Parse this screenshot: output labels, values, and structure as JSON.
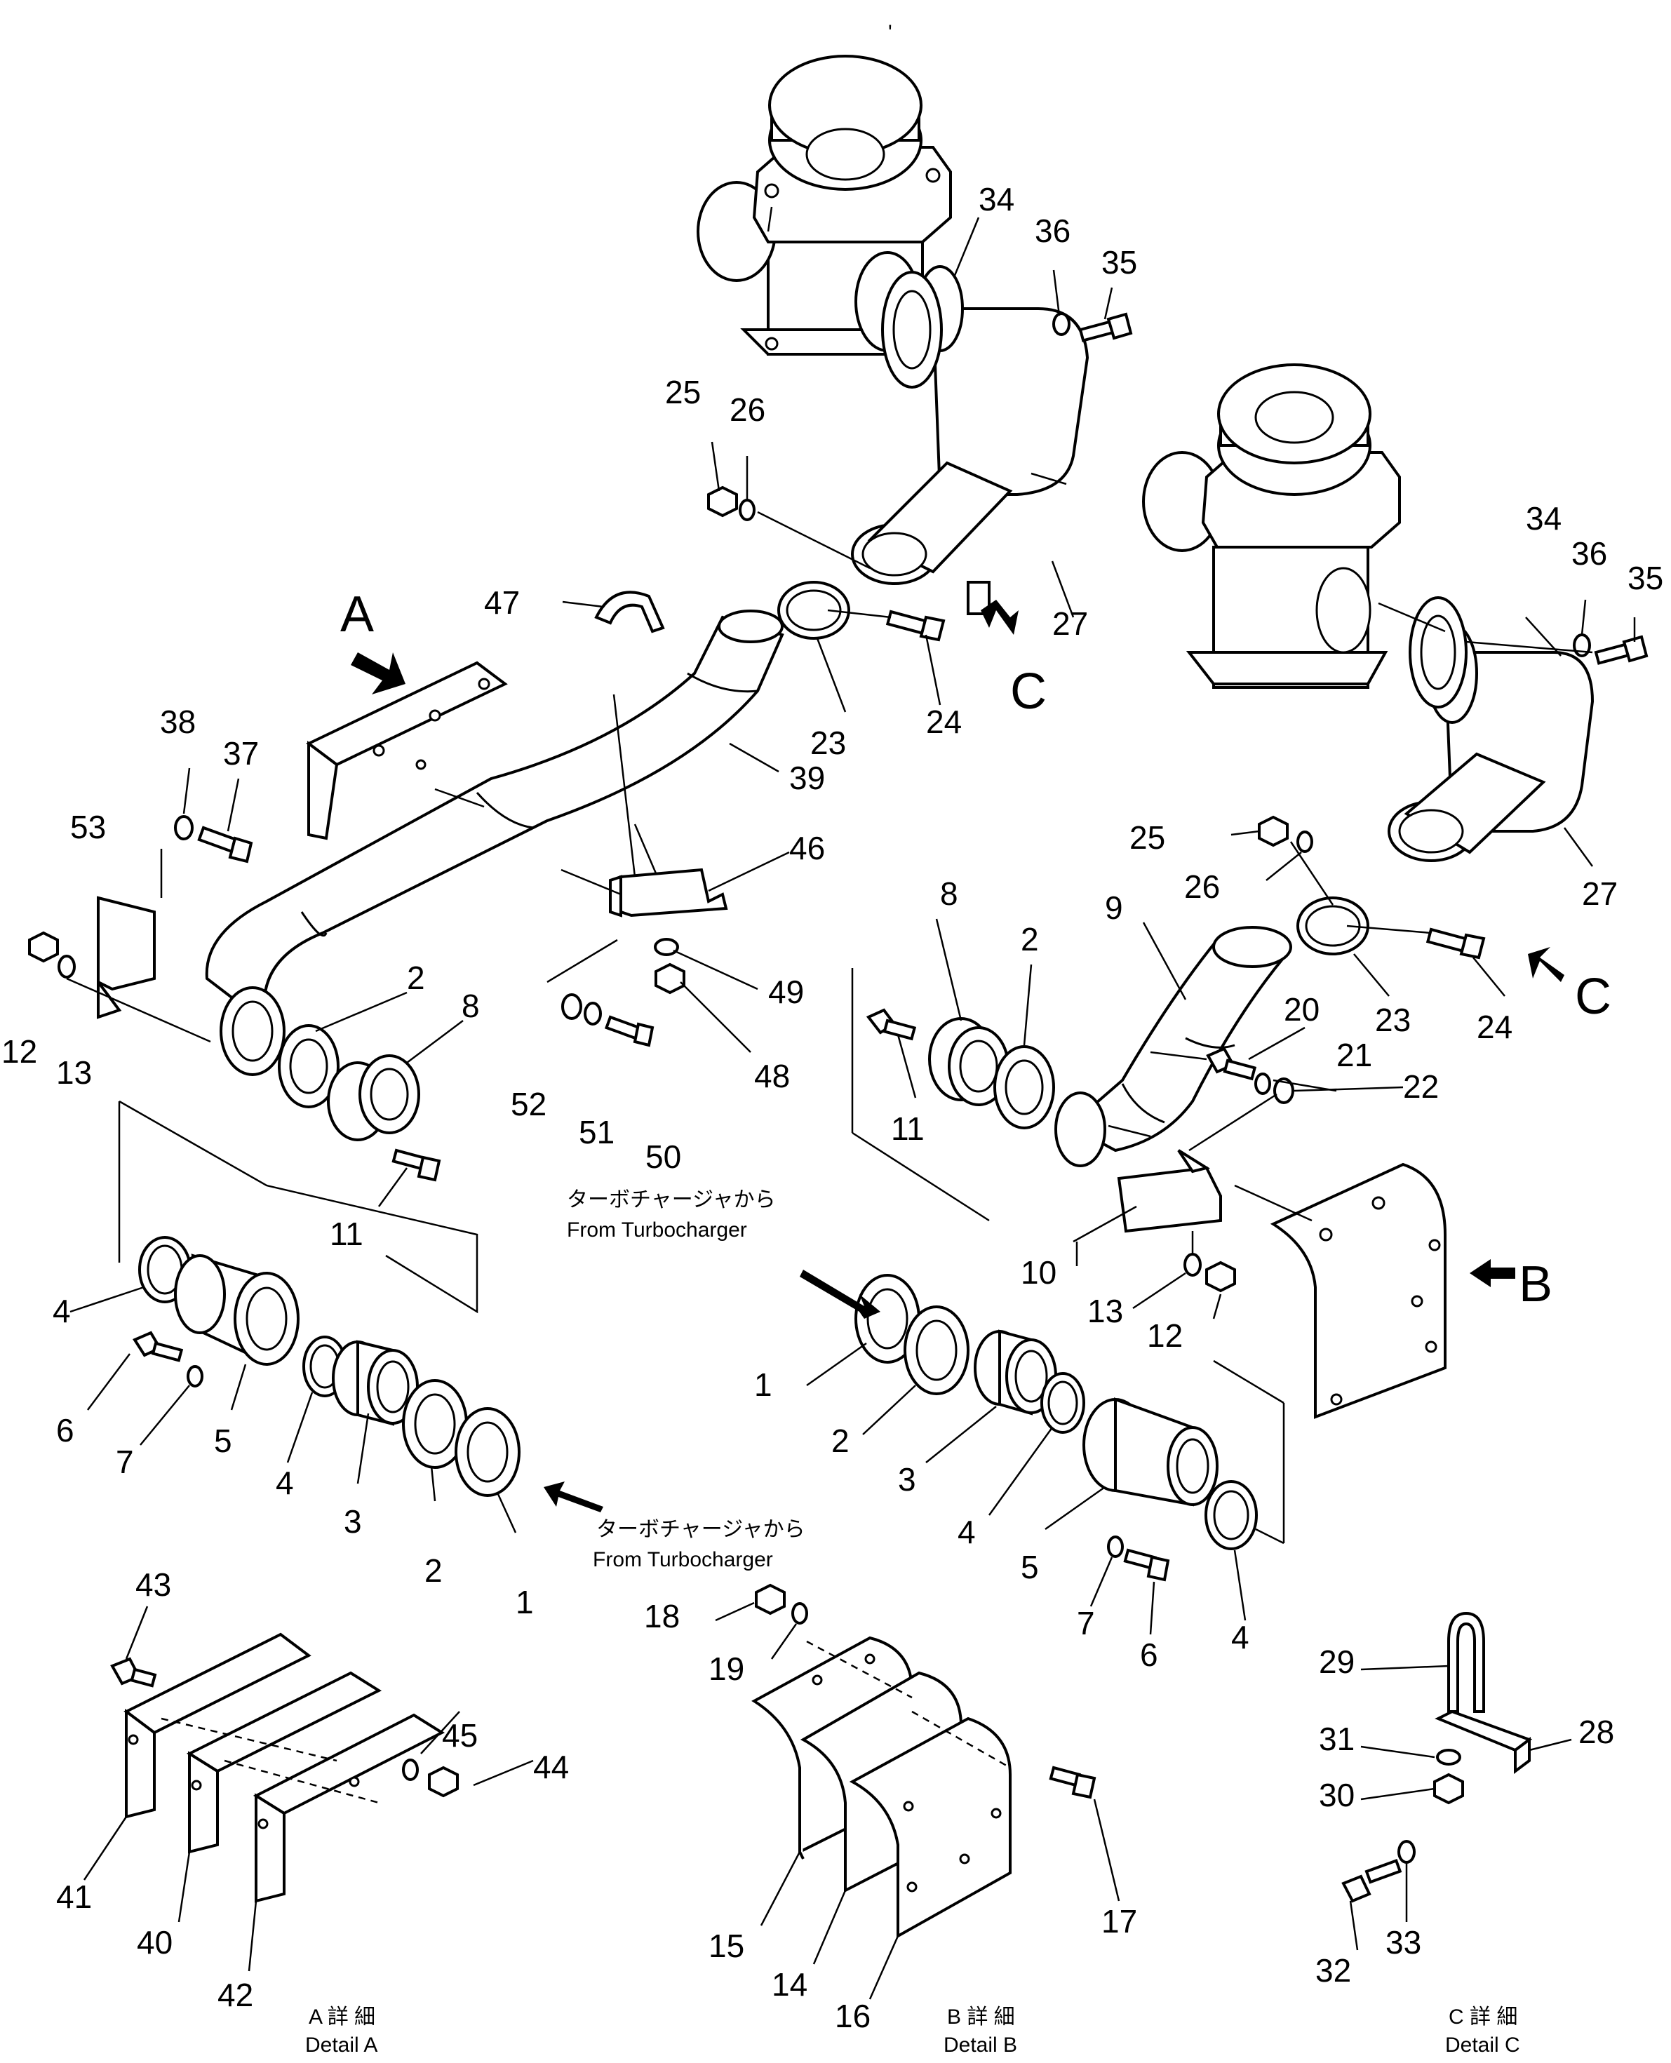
{
  "diagram": {
    "part_numbers": [
      "1",
      "2",
      "3",
      "4",
      "5",
      "6",
      "7",
      "8",
      "9",
      "10",
      "11",
      "12",
      "13",
      "14",
      "15",
      "16",
      "17",
      "18",
      "19",
      "20",
      "21",
      "22",
      "23",
      "24",
      "25",
      "26",
      "27",
      "28",
      "29",
      "30",
      "31",
      "32",
      "33",
      "34",
      "35",
      "36",
      "37",
      "38",
      "39",
      "40",
      "41",
      "42",
      "43",
      "44",
      "45",
      "46",
      "47",
      "48",
      "49",
      "50",
      "51",
      "52",
      "53"
    ],
    "callouts": [
      {
        "id": "c34a",
        "label": "34"
      },
      {
        "id": "c36a",
        "label": "36"
      },
      {
        "id": "c35a",
        "label": "35"
      },
      {
        "id": "c25a",
        "label": "25"
      },
      {
        "id": "c26a",
        "label": "26"
      },
      {
        "id": "c27a",
        "label": "27"
      },
      {
        "id": "c23a",
        "label": "23"
      },
      {
        "id": "c24a",
        "label": "24"
      },
      {
        "id": "c47",
        "label": "47"
      },
      {
        "id": "c39",
        "label": "39"
      },
      {
        "id": "c38",
        "label": "38"
      },
      {
        "id": "c37",
        "label": "37"
      },
      {
        "id": "c53",
        "label": "53"
      },
      {
        "id": "c12a",
        "label": "12"
      },
      {
        "id": "c13a",
        "label": "13"
      },
      {
        "id": "c2a",
        "label": "2"
      },
      {
        "id": "c8a",
        "label": "8"
      },
      {
        "id": "c11a",
        "label": "11"
      },
      {
        "id": "c46",
        "label": "46"
      },
      {
        "id": "c49",
        "label": "49"
      },
      {
        "id": "c48",
        "label": "48"
      },
      {
        "id": "c52",
        "label": "52"
      },
      {
        "id": "c51",
        "label": "51"
      },
      {
        "id": "c50",
        "label": "50"
      },
      {
        "id": "c34b",
        "label": "34"
      },
      {
        "id": "c36b",
        "label": "36"
      },
      {
        "id": "c35b",
        "label": "35"
      },
      {
        "id": "c25b",
        "label": "25"
      },
      {
        "id": "c26b",
        "label": "26"
      },
      {
        "id": "c27b",
        "label": "27"
      },
      {
        "id": "c23b",
        "label": "23"
      },
      {
        "id": "c24b",
        "label": "24"
      },
      {
        "id": "c8b",
        "label": "8"
      },
      {
        "id": "c2b",
        "label": "2"
      },
      {
        "id": "c9",
        "label": "9"
      },
      {
        "id": "c11b",
        "label": "11"
      },
      {
        "id": "c20",
        "label": "20"
      },
      {
        "id": "c21",
        "label": "21"
      },
      {
        "id": "c22",
        "label": "22"
      },
      {
        "id": "c10",
        "label": "10"
      },
      {
        "id": "c13b",
        "label": "13"
      },
      {
        "id": "c12b",
        "label": "12"
      },
      {
        "id": "c4a",
        "label": "4"
      },
      {
        "id": "c6a",
        "label": "6"
      },
      {
        "id": "c7a",
        "label": "7"
      },
      {
        "id": "c5a",
        "label": "5"
      },
      {
        "id": "c4b",
        "label": "4"
      },
      {
        "id": "c3a",
        "label": "3"
      },
      {
        "id": "c2c",
        "label": "2"
      },
      {
        "id": "c1a",
        "label": "1"
      },
      {
        "id": "c1b",
        "label": "1"
      },
      {
        "id": "c2d",
        "label": "2"
      },
      {
        "id": "c3b",
        "label": "3"
      },
      {
        "id": "c4c",
        "label": "4"
      },
      {
        "id": "c5b",
        "label": "5"
      },
      {
        "id": "c7b",
        "label": "7"
      },
      {
        "id": "c6b",
        "label": "6"
      },
      {
        "id": "c4d",
        "label": "4"
      },
      {
        "id": "c43",
        "label": "43"
      },
      {
        "id": "c45",
        "label": "45"
      },
      {
        "id": "c44",
        "label": "44"
      },
      {
        "id": "c41",
        "label": "41"
      },
      {
        "id": "c40",
        "label": "40"
      },
      {
        "id": "c42",
        "label": "42"
      },
      {
        "id": "c18",
        "label": "18"
      },
      {
        "id": "c19",
        "label": "19"
      },
      {
        "id": "c17",
        "label": "17"
      },
      {
        "id": "c15",
        "label": "15"
      },
      {
        "id": "c14",
        "label": "14"
      },
      {
        "id": "c16",
        "label": "16"
      },
      {
        "id": "c29",
        "label": "29"
      },
      {
        "id": "c28",
        "label": "28"
      },
      {
        "id": "c31",
        "label": "31"
      },
      {
        "id": "c30",
        "label": "30"
      },
      {
        "id": "c32",
        "label": "32"
      },
      {
        "id": "c33",
        "label": "33"
      }
    ],
    "view_markers": {
      "a": "A",
      "b": "B",
      "c1": "C",
      "c2": "C"
    },
    "annotations": {
      "turbo_jp": "ターボチャージャから",
      "turbo_en": "From Turbocharger"
    },
    "details": {
      "a": {
        "jp": "A 詳 細",
        "en": "Detail A"
      },
      "b": {
        "jp": "B 詳 細",
        "en": "Detail B"
      },
      "c": {
        "jp": "C 詳 細",
        "en": "Detail C"
      }
    },
    "top_mark": "'"
  }
}
